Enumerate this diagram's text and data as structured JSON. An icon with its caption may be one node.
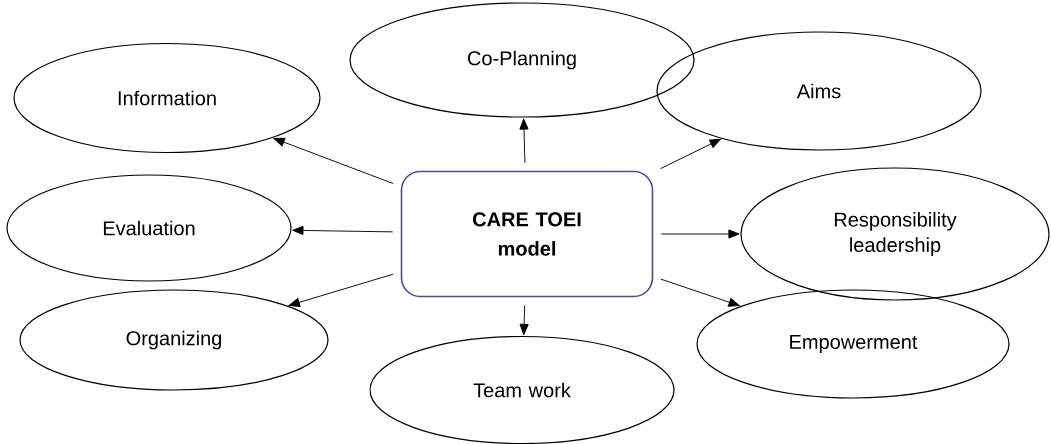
{
  "diagram": {
    "nodes": [
      {
        "text": [
          "CARE TOEI model"
        ]
      },
      {
        "text": [
          "Information"
        ]
      },
      {
        "text": [
          "Co-Planning"
        ]
      },
      {
        "text": [
          "Aims"
        ]
      },
      {
        "text": [
          "Evaluation"
        ]
      },
      {
        "text": [
          "Responsibility leadership"
        ]
      },
      {
        "text": [
          "Organizing"
        ]
      },
      {
        "text": [
          "Team work"
        ]
      },
      {
        "text": [
          "Empowerment"
        ]
      }
    ],
    "edges": [
      {
        "from": 0,
        "to": 1,
        "arrow": "to"
      },
      {
        "from": 0,
        "to": 2,
        "arrow": "to"
      },
      {
        "from": 0,
        "to": 3,
        "arrow": "to"
      },
      {
        "from": 0,
        "to": 4,
        "arrow": "to"
      },
      {
        "from": 0,
        "to": 5,
        "arrow": "to"
      },
      {
        "from": 0,
        "to": 6,
        "arrow": "to"
      },
      {
        "from": 0,
        "to": 7,
        "arrow": "to"
      },
      {
        "from": 0,
        "to": 8,
        "arrow": "to"
      }
    ]
  }
}
